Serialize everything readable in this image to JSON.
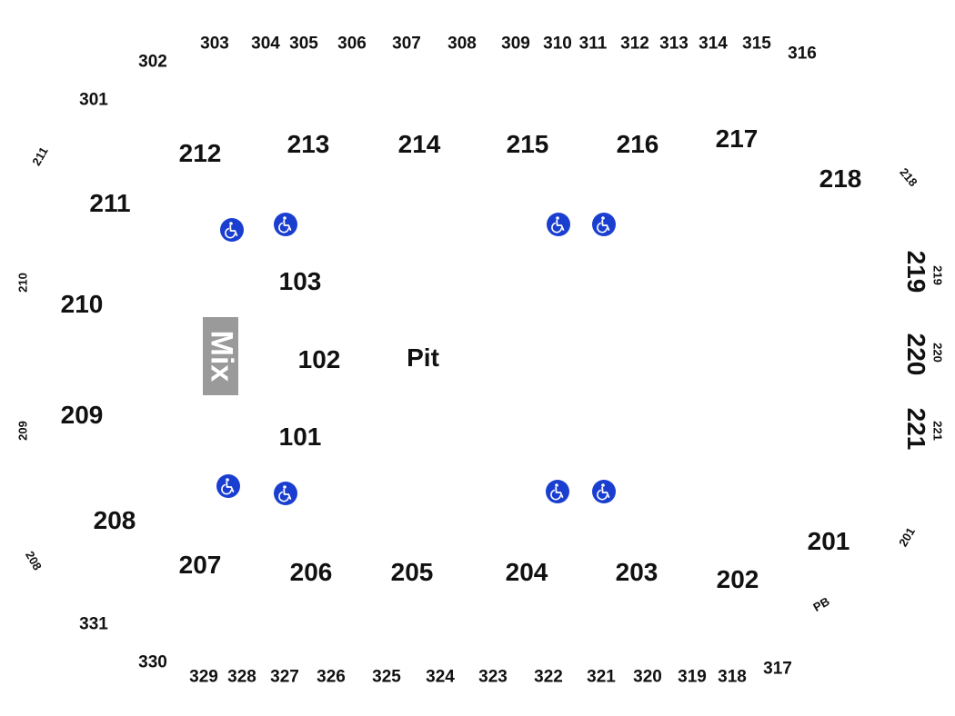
{
  "sections_300": [
    "301",
    "302",
    "303",
    "304",
    "305",
    "306",
    "307",
    "308",
    "309",
    "310",
    "311",
    "312",
    "313",
    "314",
    "315",
    "316",
    "317",
    "318",
    "319",
    "320",
    "321",
    "322",
    "323",
    "324",
    "325",
    "326",
    "327",
    "328",
    "329",
    "330",
    "331"
  ],
  "sections_200": [
    "201",
    "202",
    "203",
    "204",
    "205",
    "206",
    "207",
    "208",
    "209",
    "210",
    "211",
    "212",
    "213",
    "214",
    "215",
    "216",
    "217",
    "218",
    "219",
    "220",
    "221"
  ],
  "sections_100": [
    "101",
    "102",
    "103"
  ],
  "small_labels": [
    "211",
    "210",
    "209",
    "208",
    "218",
    "219",
    "220",
    "221",
    "201",
    "PB"
  ],
  "pit_label": "Pit",
  "mix_label": "Mix",
  "accessible_icon": "wheelchair-icon",
  "colors": {
    "accessible": "#1a3fd0",
    "mix_box": "#9a9a9a",
    "text": "#111111"
  }
}
